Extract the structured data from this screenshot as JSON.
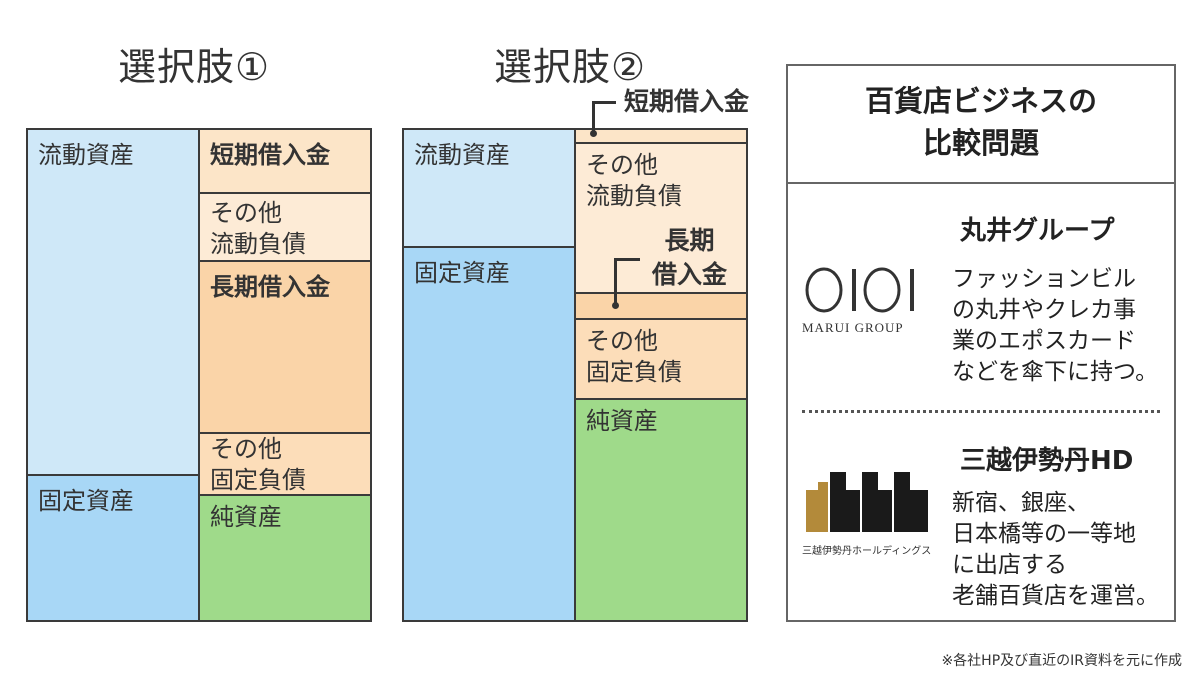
{
  "option1": {
    "title": "選択肢①",
    "assets": {
      "current": "流動資産",
      "fixed": "固定資産"
    },
    "liabilities": {
      "short_term_debt": "短期借入金",
      "other_current": "その他\n流動負債",
      "long_term_debt": "長期借入金",
      "other_fixed": "その他\n固定負債",
      "net_assets": "純資産"
    }
  },
  "option2": {
    "title": "選択肢②",
    "assets": {
      "current": "流動資産",
      "fixed": "固定資産"
    },
    "liabilities": {
      "short_term_debt": "短期借入金",
      "other_current": "その他\n流動負債",
      "long_term_debt": "長期\n借入金",
      "other_fixed": "その他\n固定負債",
      "net_assets": "純資産"
    }
  },
  "panel": {
    "title": "百貨店ビジネスの\n比較問題",
    "companies": [
      {
        "name": "丸井グループ",
        "logo_text": "MARUI GROUP",
        "description": "ファッションビル\nの丸井やクレカ事\n業のエポスカード\nなどを傘下に持つ。"
      },
      {
        "name": "三越伊勢丹HD",
        "logo_text": "三越伊勢丹ホールディングス",
        "description": "新宿、銀座、\n日本橋等の一等地\nに出店する\n老舗百貨店を運営。"
      }
    ]
  },
  "footnote": "※各社HP及び直近のIR資料を元に作成",
  "colors": {
    "current_assets": "#cfe8f8",
    "fixed_assets": "#a8d7f6",
    "short_term_debt": "#fce5c8",
    "long_term_debt": "#fad4a8",
    "net_assets": "#9fda8a",
    "mitsukoshi_gold": "#b38a3a"
  }
}
